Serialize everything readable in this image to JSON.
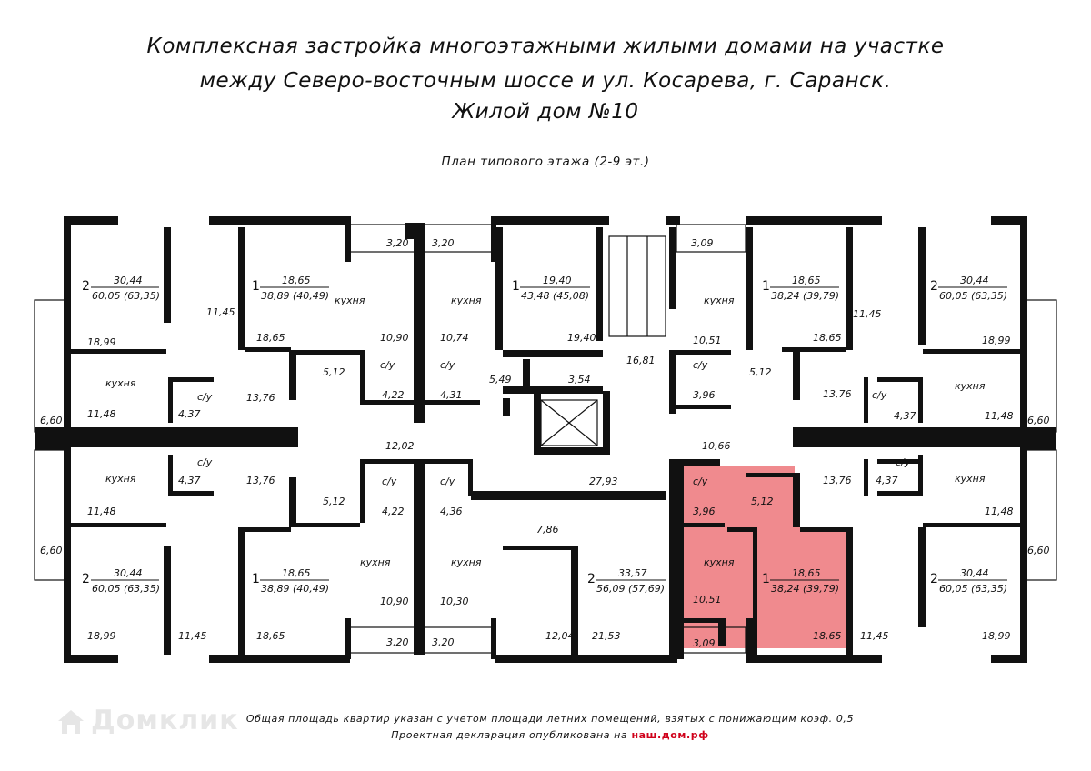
{
  "header": {
    "title_line1": "Комплексная застройка многоэтажными жилыми домами на участке",
    "title_line2": "между Северо-восточным шоссе и ул. Косарева, г. Саранск.",
    "title_line3": "Жилой дом №10",
    "subtitle": "План типового этажа (2-9 эт.)"
  },
  "colors": {
    "walls": "#111111",
    "highlight": "#f08a8e",
    "link": "#d0021b",
    "watermark": "#e6e6e6"
  },
  "apartments": [
    {
      "id": "a1",
      "rooms": "2",
      "living": "30,44",
      "area": "60,05 (63,35)"
    },
    {
      "id": "a2",
      "rooms": "1",
      "living": "18,65",
      "area": "38,89 (40,49)"
    },
    {
      "id": "a3",
      "rooms": "1",
      "living": "19,40",
      "area": "43,48 (45,08)"
    },
    {
      "id": "a4",
      "rooms": "1",
      "living": "18,65",
      "area": "38,24 (39,79)"
    },
    {
      "id": "a5",
      "rooms": "2",
      "living": "30,44",
      "area": "60,05 (63,35)"
    },
    {
      "id": "a6",
      "rooms": "2",
      "living": "30,44",
      "area": "60,05 (63,35)"
    },
    {
      "id": "a7",
      "rooms": "1",
      "living": "18,65",
      "area": "38,89 (40,49)"
    },
    {
      "id": "a8",
      "rooms": "2",
      "living": "33,57",
      "area": "56,09 (57,69)"
    },
    {
      "id": "a9",
      "rooms": "1",
      "living": "18,65",
      "area": "38,24 (39,79)",
      "selected": true
    },
    {
      "id": "a10",
      "rooms": "2",
      "living": "30,44",
      "area": "60,05 (63,35)"
    }
  ],
  "labels": {
    "kitchen": "кухня",
    "bath": "с/у"
  },
  "room_areas": {
    "r1": "18,99",
    "r2": "11,45",
    "r3": "11,48",
    "r4": "4,37",
    "r5": "13,76",
    "r6": "6,60",
    "r7": "18,65",
    "r8": "10,90",
    "r9": "5,12",
    "r10": "4,22",
    "r11": "3,20",
    "r12": "3,20",
    "r13": "10,74",
    "r14": "4,31",
    "r15": "5,49",
    "r16": "3,54",
    "r17": "19,40",
    "r18": "16,81",
    "r19": "3,09",
    "r20": "10,51",
    "r21": "3,96",
    "r22": "5,12",
    "r23": "18,65",
    "r24": "11,45",
    "r25": "18,99",
    "r26": "13,76",
    "r27": "4,37",
    "r28": "11,48",
    "r29": "6,60",
    "r30": "12,02",
    "r31": "10,66",
    "r32": "27,93",
    "r33": "7,86",
    "r34": "11,48",
    "r35": "4,37",
    "r36": "13,76",
    "r37": "6,60",
    "r38": "5,12",
    "r39": "4,22",
    "r40": "4,36",
    "r41": "18,99",
    "r42": "11,45",
    "r43": "18,65",
    "r44": "10,90",
    "r45": "10,30",
    "r46": "3,20",
    "r47": "3,20",
    "r48": "12,04",
    "r49": "21,53",
    "r50": "3,96",
    "r51": "5,12",
    "r52": "10,51",
    "r53": "3,09",
    "r54": "18,65",
    "r55": "13,76",
    "r56": "4,37",
    "r57": "11,48",
    "r58": "11,45",
    "r59": "18,99",
    "r60": "6,60"
  },
  "footer": {
    "note": "Общая площадь квартир указан с учетом площади летних помещений, взятых с понижающим коэф. 0,5",
    "decl_prefix": "Проектная декларация опубликована на",
    "decl_link": "наш.дом.рф"
  },
  "watermark": "Домклик"
}
